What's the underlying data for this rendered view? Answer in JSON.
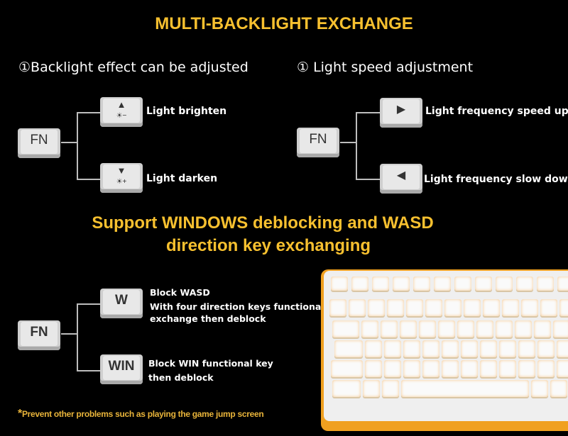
{
  "title": "MULTI-BACKLIGHT EXCHANGE",
  "left": {
    "heading": "①Backlight effect can be adjusted",
    "fn": "FN",
    "up_label": "Light brighten",
    "down_label": "Light darken",
    "up_sub": "☀−",
    "down_sub": "☀+"
  },
  "right": {
    "heading": "① Light speed adjustment",
    "fn": "FN",
    "right_label": "Light frequency speed up",
    "left_label": "Light frequency slow down"
  },
  "section2": {
    "line1": "Support WINDOWS deblocking and WASD",
    "line2": "direction key exchanging",
    "fn": "FN",
    "w_key": "W",
    "win_key": "WIN",
    "w_line1": "Block WASD",
    "w_line2": "With four direction keys functional",
    "w_line3": "exchange then deblock",
    "win_line1": "Block WIN functional key",
    "win_line2": "then deblock"
  },
  "footnote": {
    "star": "*",
    "text": "Prevent other problems such as playing the game jump screen"
  },
  "colors": {
    "accent": "#f7c02f",
    "background": "#000000"
  }
}
